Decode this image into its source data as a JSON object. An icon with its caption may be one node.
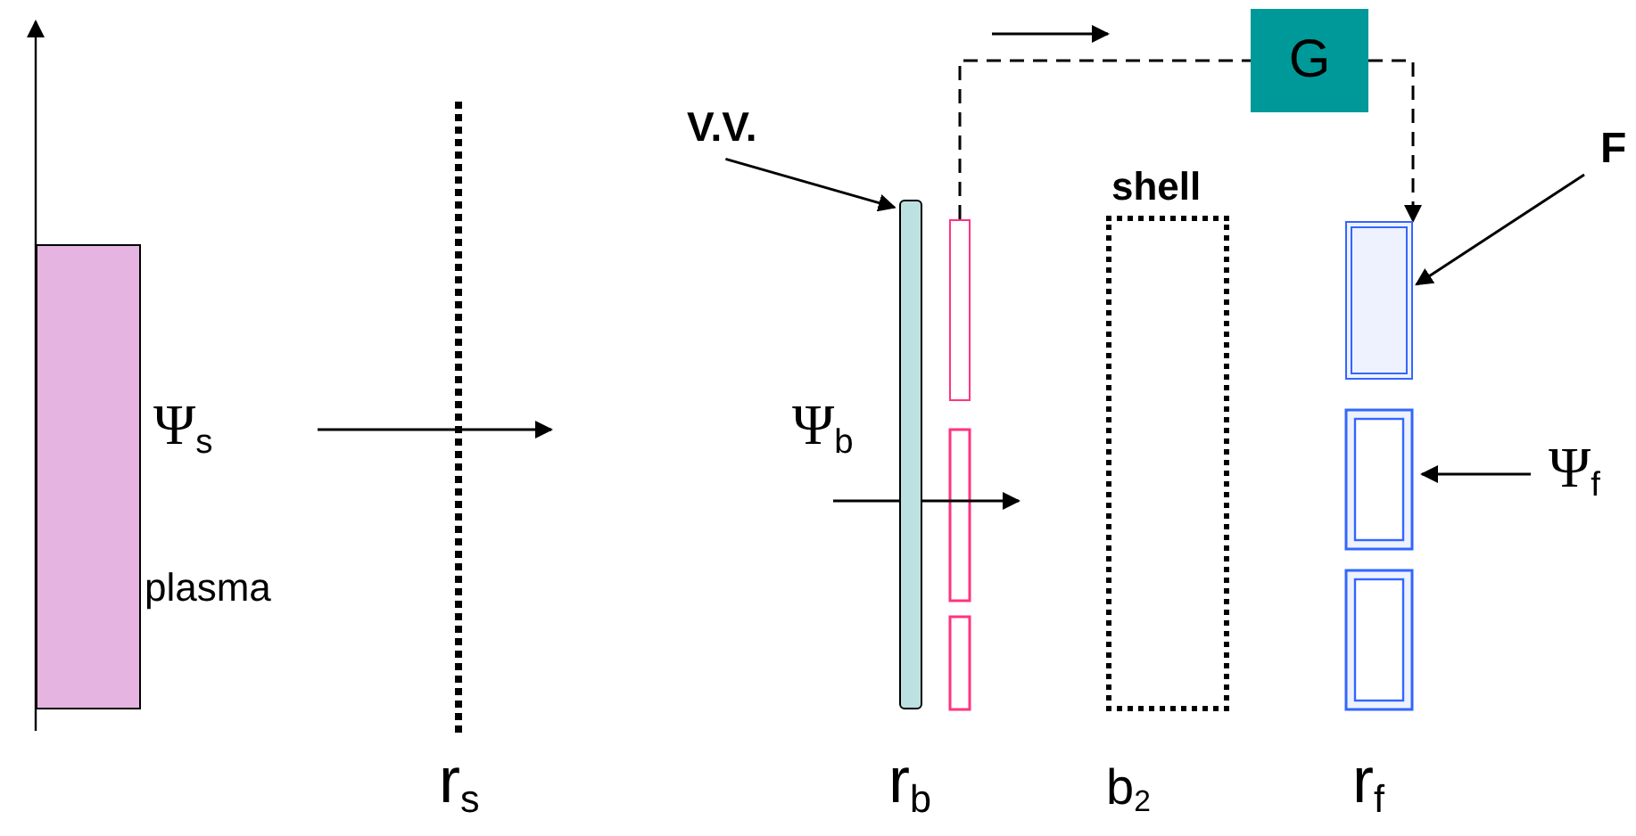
{
  "diagram": {
    "nodes": [
      {
        "text": [
          "G"
        ]
      },
      {
        "text": [],
        "shape": "box"
      },
      {
        "text": [],
        "shape": "box"
      },
      {
        "text": [
          "V.V."
        ]
      },
      {
        "text": [],
        "shape": "bar"
      },
      {
        "text": [
          "F"
        ]
      },
      {
        "text": [
          "plasma"
        ]
      },
      {
        "text": [
          "shell"
        ]
      }
    ],
    "edges": [
      {
        "from": 1,
        "to": 0,
        "arrow": "none",
        "style": "dashed"
      },
      {
        "from": 0,
        "to": 2,
        "arrow": "to",
        "style": "dashed"
      },
      {
        "from": 3,
        "to": 4,
        "arrow": "to"
      },
      {
        "from": 5,
        "to": 2,
        "arrow": "to"
      }
    ],
    "labels": [
      "Ψ$_{s}$",
      "Ψ$_{b}$",
      "Ψ$_{f}$",
      "r$_{s}$",
      "r$_{b}$",
      "b$_{2}$",
      "r$_{f}$"
    ]
  }
}
